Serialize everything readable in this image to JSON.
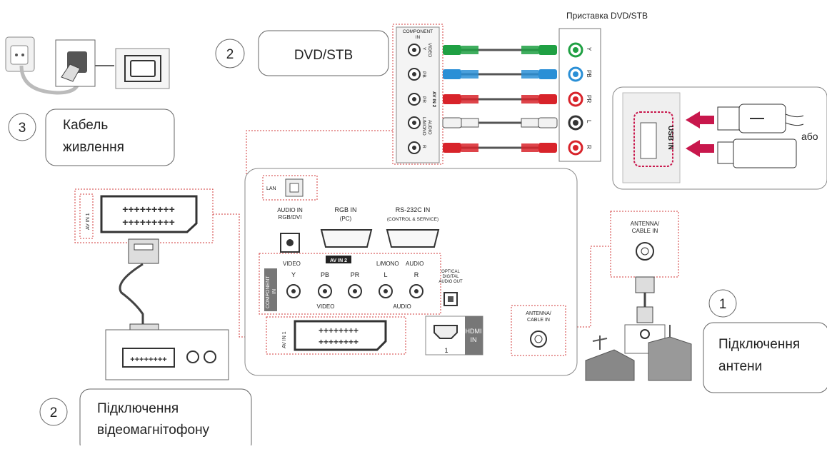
{
  "callouts": {
    "dvd_num": "2",
    "dvd_label": "DVD/STB",
    "power_num": "3",
    "power_label_line1": "Кабель",
    "power_label_line2": "живлення",
    "vcr_num": "2",
    "vcr_label_line1": "Підключення",
    "vcr_label_line2": "відеомагнітофону",
    "antenna_num": "1",
    "antenna_label_line1": "Підключення",
    "antenna_label_line2": "антени"
  },
  "device": {
    "stb_title": "Приставка DVD/STB",
    "stb_ports": [
      "Y",
      "PB",
      "PR",
      "L",
      "R"
    ]
  },
  "component_strip": {
    "title_line1": "COMPONENT",
    "title_line2": "IN",
    "video_label": "VIDEO",
    "audio_label": "AUDIO",
    "ports": [
      "Y",
      "PB",
      "PR",
      "L/MONO",
      "R"
    ],
    "av_tag": "AV IN 2"
  },
  "usb": {
    "label": "USB IN",
    "or_label": "або"
  },
  "panel": {
    "lan": "LAN",
    "audio_in_line1": "AUDIO IN",
    "audio_in_line2": "RGB/DVI",
    "rgb_in_line1": "RGB IN",
    "rgb_in_line2": "(PC)",
    "rs232_line1": "RS-232C IN",
    "rs232_line2": "(CONTROL & SERVICE)",
    "av_in2": "AV IN 2",
    "video": "VIDEO",
    "l_mono": "L/MONO",
    "audio_r": "AUDIO",
    "ports": [
      "Y",
      "PB",
      "PR",
      "L",
      "R"
    ],
    "video_bracket": "VIDEO",
    "audio_bracket": "AUDIO",
    "component_side_line1": "COMPONENT",
    "component_side_line2": "IN",
    "optical_line1": "OPTICAL",
    "optical_line2": "DIGITAL",
    "optical_line3": "AUDIO OUT",
    "av_in1": "AV IN 1",
    "hdmi_line1": "HDMI",
    "hdmi_line2": "IN",
    "hdmi_num": "1",
    "antenna_line1": "ANTENNA/",
    "antenna_line2": "CABLE IN"
  },
  "scart_box": {
    "av_in1": "AV IN 1"
  },
  "antenna_box": {
    "line1": "ANTENNA/",
    "line2": "CABLE IN"
  },
  "colors": {
    "dotted_red": "#d23a3a",
    "green": "#1fa043",
    "blue": "#2a8fd6",
    "red": "#d8232a",
    "white_plug": "#f2f2f2",
    "arrow": "#c8174c"
  }
}
